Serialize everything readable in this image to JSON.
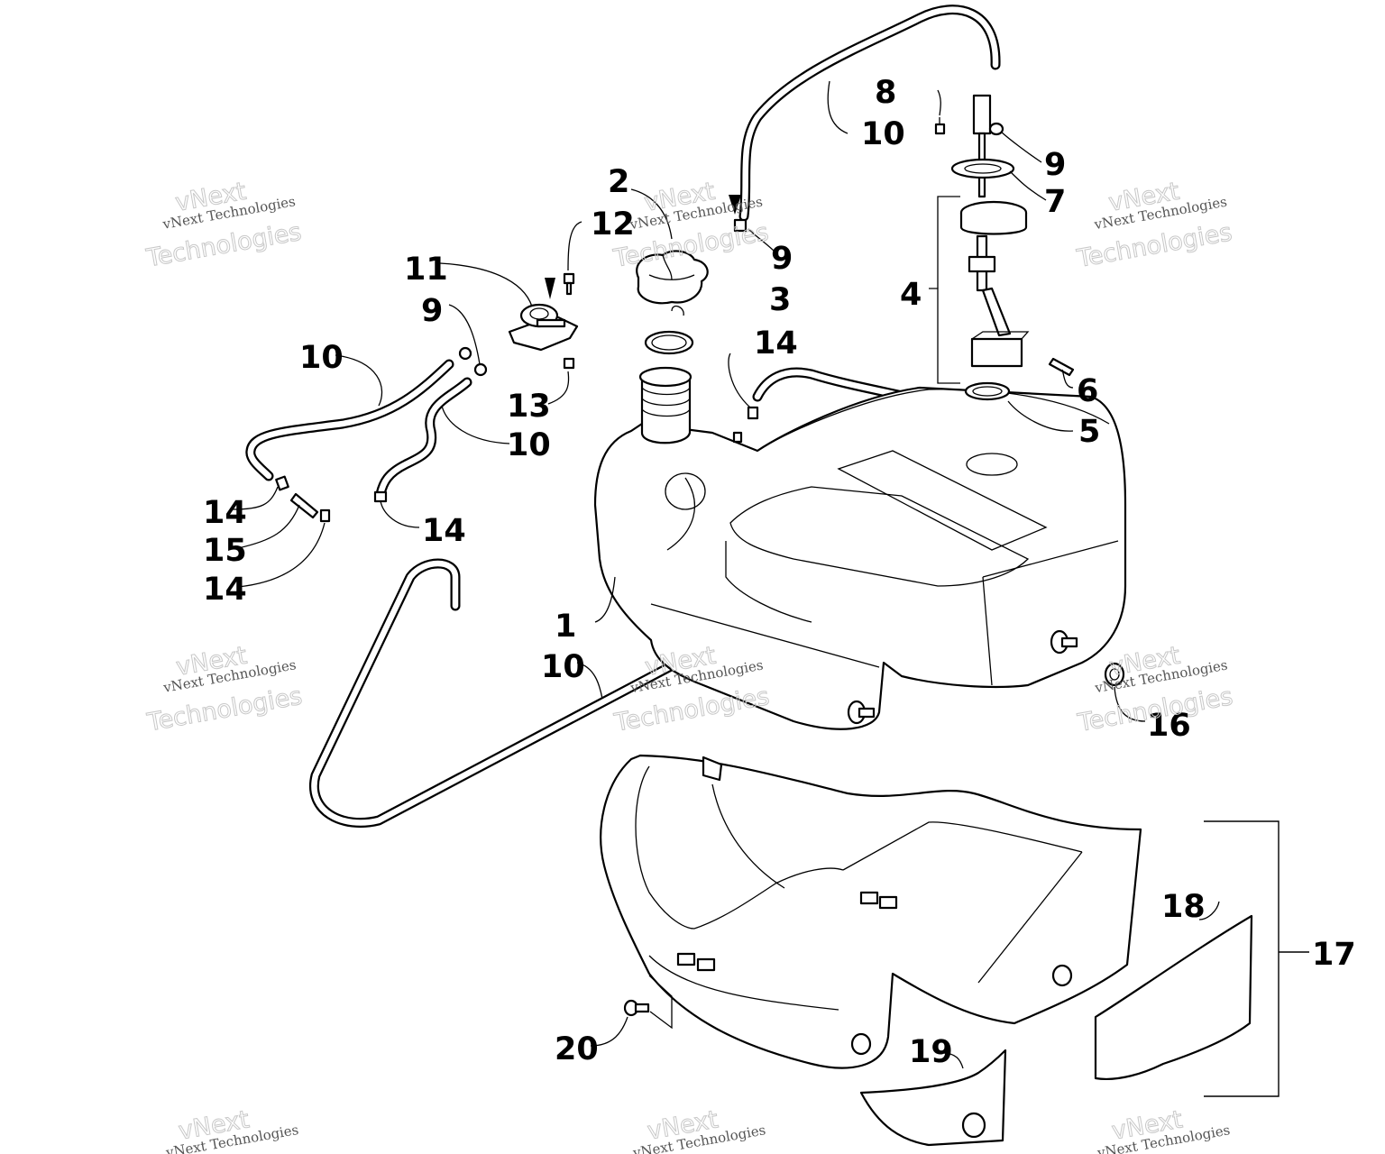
{
  "diagram": {
    "callouts": [
      {
        "id": "c1",
        "label": "1"
      },
      {
        "id": "c2",
        "label": "2"
      },
      {
        "id": "c3",
        "label": "3"
      },
      {
        "id": "c4",
        "label": "4"
      },
      {
        "id": "c5",
        "label": "5"
      },
      {
        "id": "c6",
        "label": "6"
      },
      {
        "id": "c7",
        "label": "7"
      },
      {
        "id": "c8",
        "label": "8"
      },
      {
        "id": "c9a",
        "label": "9"
      },
      {
        "id": "c9b",
        "label": "9"
      },
      {
        "id": "c9c",
        "label": "9"
      },
      {
        "id": "c10a",
        "label": "10"
      },
      {
        "id": "c10b",
        "label": "10"
      },
      {
        "id": "c10c",
        "label": "10"
      },
      {
        "id": "c10d",
        "label": "10"
      },
      {
        "id": "c11",
        "label": "11"
      },
      {
        "id": "c12",
        "label": "12"
      },
      {
        "id": "c13",
        "label": "13"
      },
      {
        "id": "c14a",
        "label": "14"
      },
      {
        "id": "c14b",
        "label": "14"
      },
      {
        "id": "c14c",
        "label": "14"
      },
      {
        "id": "c14d",
        "label": "14"
      },
      {
        "id": "c15",
        "label": "15"
      },
      {
        "id": "c16",
        "label": "16"
      },
      {
        "id": "c17",
        "label": "17"
      },
      {
        "id": "c18",
        "label": "18"
      },
      {
        "id": "c19",
        "label": "19"
      },
      {
        "id": "c20",
        "label": "20"
      }
    ]
  },
  "watermark": {
    "line1": "vNext Technologies",
    "line2": "vNext",
    "line3": "Technologies"
  }
}
